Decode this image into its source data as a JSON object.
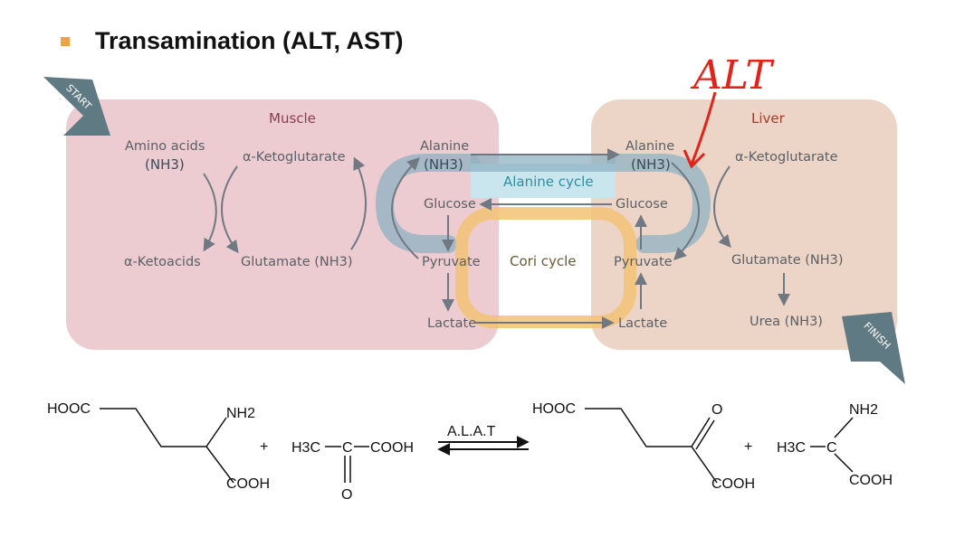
{
  "slide": {
    "title": "Transamination (ALT, AST)"
  },
  "diagram": {
    "start_label": "START",
    "finish_label": "FINISH",
    "muscle": {
      "title": "Muscle",
      "amino_acids": "Amino acids",
      "amino_acids_nh3": "(NH3)",
      "ketoacids": "α-Ketoacids",
      "ketoglutarate": "α-Ketoglutarate",
      "glutamate": "Glutamate (NH3)",
      "alanine": "Alanine",
      "alanine_nh3": "(NH3)",
      "glucose": "Glucose",
      "pyruvate": "Pyruvate",
      "lactate": "Lactate"
    },
    "liver": {
      "title": "Liver",
      "alanine": "Alanine",
      "alanine_nh3": "(NH3)",
      "glucose": "Glucose",
      "pyruvate": "Pyruvate",
      "lactate": "Lactate",
      "ketoglutarate": "α-Ketoglutarate",
      "glutamate": "Glutamate (NH3)",
      "urea": "Urea (NH3)"
    },
    "alanine_cycle": "Alanine cycle",
    "cori_cycle": "Cori cycle",
    "annotation": "ALT",
    "colors": {
      "muscle_bg": "#ecccd0",
      "liver_bg": "#ecd5c6",
      "muscle_title": "#8c3a4e",
      "liver_title": "#a23c2b",
      "alanine_band": "#8fb2c2",
      "alanine_text": "#2e8fa3",
      "cori_band": "#f3c276",
      "cori_text": "#6a5a32",
      "arrow": "#707983",
      "badge": "#5f7a82",
      "annotation": "#e2231a"
    }
  },
  "reaction": {
    "left1_hooc": "HOOC",
    "left1_nh2": "NH2",
    "left1_cooh": "COOH",
    "plus1": "+",
    "left2_h3c": "H3C",
    "left2_c": "C",
    "left2_cooh": "COOH",
    "left2_o": "O",
    "enzyme": "A.L.A.T",
    "right1_hooc": "HOOC",
    "right1_o": "O",
    "right1_cooh": "COOH",
    "plus2": "+",
    "right2_nh2": "NH2",
    "right2_h3c": "H3C",
    "right2_c": "C",
    "right2_cooh": "COOH"
  }
}
